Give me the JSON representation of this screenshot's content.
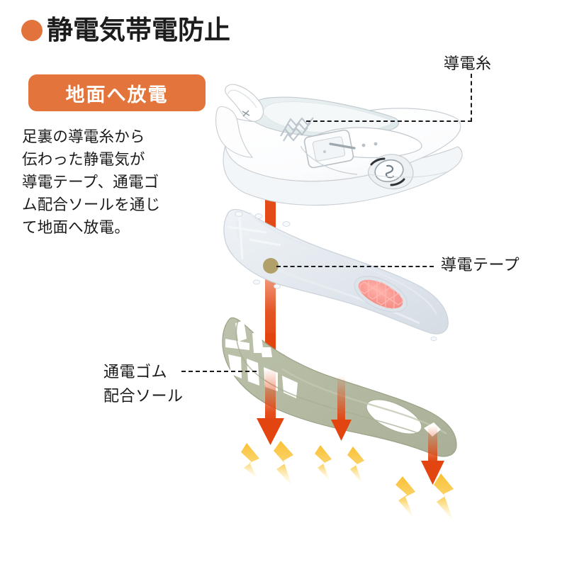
{
  "header": {
    "bullet_icon": "filled-circle-icon",
    "bullet_color": "#e2733c",
    "title": "静電気帯電防止"
  },
  "badge": {
    "label": "地面へ放電",
    "background_color": "#e2743c",
    "text_color": "#ffffff"
  },
  "description": {
    "line1": "足裏の導電糸から",
    "line2": "伝わった静電気が",
    "line3": "導電テープ、通電ゴ",
    "line4": "ム配合ソールを通じ",
    "line5": "て地面へ放電。",
    "full_text": "足裏の導電糸から伝わった静電気が導電テープ、通電ゴム配合ソールを通じて地面へ放電。"
  },
  "callouts": {
    "conductive_thread": "導電糸",
    "conductive_tape": "導電テープ",
    "conductive_rubber_sole_line1": "通電ゴム",
    "conductive_rubber_sole_line2": "配合ソール"
  },
  "illustration": {
    "shoe_upper": {
      "name": "white-sandal-shoe",
      "body_color": "#ffffff",
      "outline_color": "#c9ced3",
      "lining_color": "#eef3f4",
      "thread_pattern": "zigzag-conductive-thread"
    },
    "insole": {
      "name": "insole-layer",
      "fill_color": "#e3e9ee",
      "heel_pad_color": "#f4918c",
      "tape_dot_color": "#b3a06a"
    },
    "outsole": {
      "name": "rubber-outsole-layer",
      "fill_color": "#b4bba2",
      "edge_color": "#9aa288"
    },
    "arrows": {
      "name": "discharge-arrows",
      "color_dark": "#e24510",
      "color_light": "#f0a585",
      "count": 3
    },
    "sparks": {
      "name": "discharge-sparks",
      "color": "#fbc948",
      "count": 6
    }
  }
}
